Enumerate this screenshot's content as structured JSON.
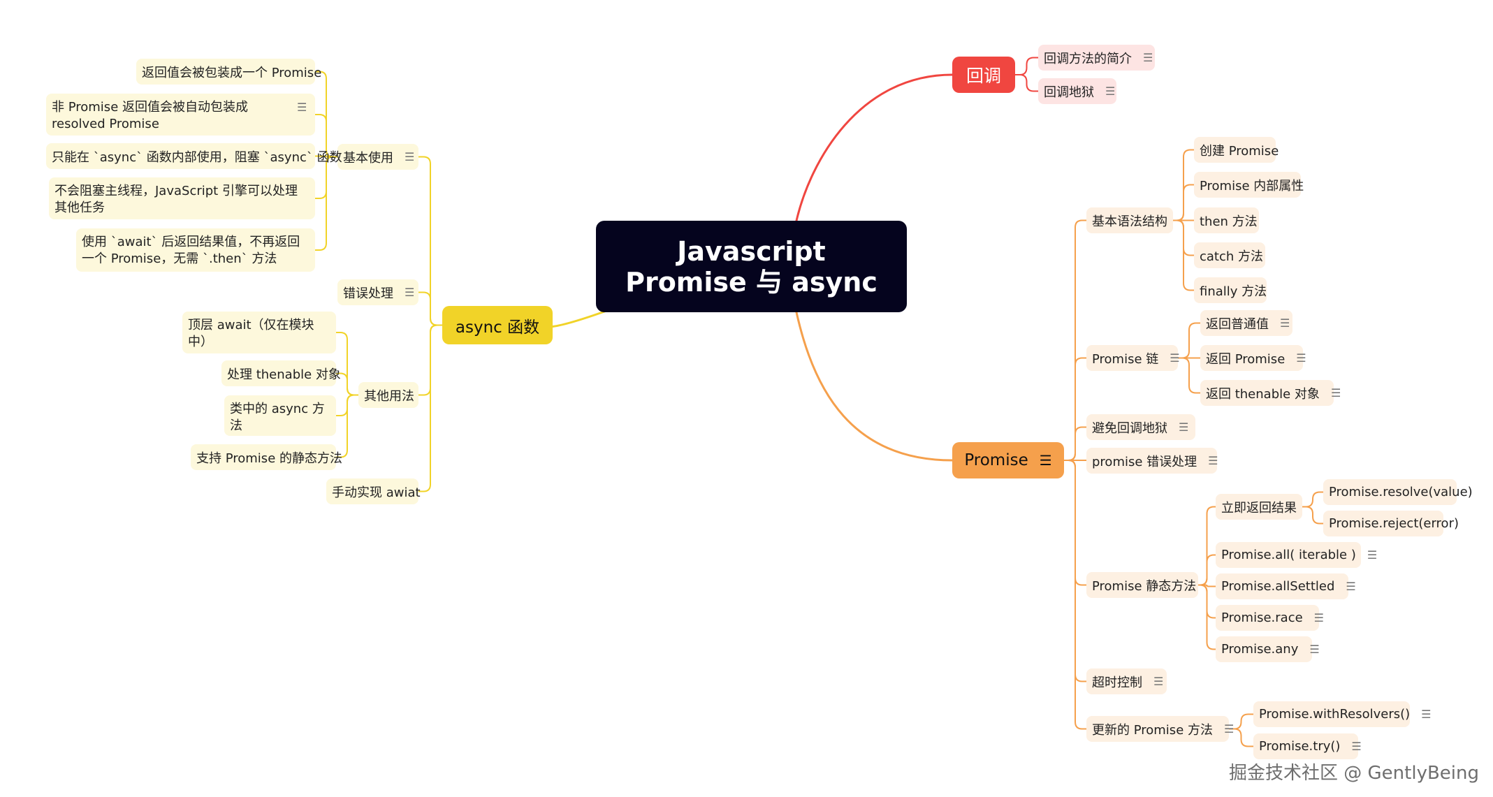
{
  "colors": {
    "root_bg": "#05041e",
    "callback_branch": "#f04640",
    "promise_branch": "#f5a04c",
    "async_branch": "#f1d328"
  },
  "mindmap": {
    "root": "Javascript Promise 与 async",
    "callback": {
      "label": "回调",
      "children": [
        "回调方法的简介",
        "回调地狱"
      ]
    },
    "promise": {
      "label": "Promise",
      "basic_syntax": {
        "label": "基本语法结构",
        "children": [
          "创建 Promise",
          "Promise 内部属性",
          "then 方法",
          "catch 方法",
          "finally 方法"
        ]
      },
      "chain": {
        "label": "Promise 链",
        "children": [
          "返回普通值",
          "返回 Promise",
          "返回 thenable 对象"
        ]
      },
      "avoid_hell": "避免回调地狱",
      "error_handling": "promise 错误处理",
      "static_methods": {
        "label": "Promise 静态方法",
        "immediate": {
          "label": "立即返回结果",
          "children": [
            "Promise.resolve(value)",
            "Promise.reject(error)"
          ]
        },
        "children": [
          "Promise.all( iterable )",
          "Promise.allSettled",
          "Promise.race",
          "Promise.any"
        ]
      },
      "timeout": "超时控制",
      "newer_methods": {
        "label": "更新的 Promise 方法",
        "children": [
          "Promise.withResolvers()",
          "Promise.try()"
        ]
      }
    },
    "async": {
      "label": "async 函数",
      "basic_usage": {
        "label": "基本使用",
        "children": [
          "返回值会被包装成一个 Promise",
          "非 Promise 返回值会被自动包装成 resolved Promise",
          "只能在 `async` 函数内部使用，阻塞 `async` 函数",
          "不会阻塞主线程，JavaScript 引擎可以处理其他任务",
          "使用 `await` 后返回结果值，不再返回一个 Promise，无需 `.then` 方法"
        ]
      },
      "error_handling": "错误处理",
      "other_usage": {
        "label": "其他用法",
        "children": [
          "顶层 await（仅在模块中）",
          "处理 thenable 对象",
          "类中的 async 方法",
          "支持 Promise 的静态方法"
        ]
      },
      "manual": "手动实现 awiat"
    }
  },
  "icons": {
    "note": "notes-icon"
  },
  "watermark": "掘金技术社区 @ GentlyBeing"
}
